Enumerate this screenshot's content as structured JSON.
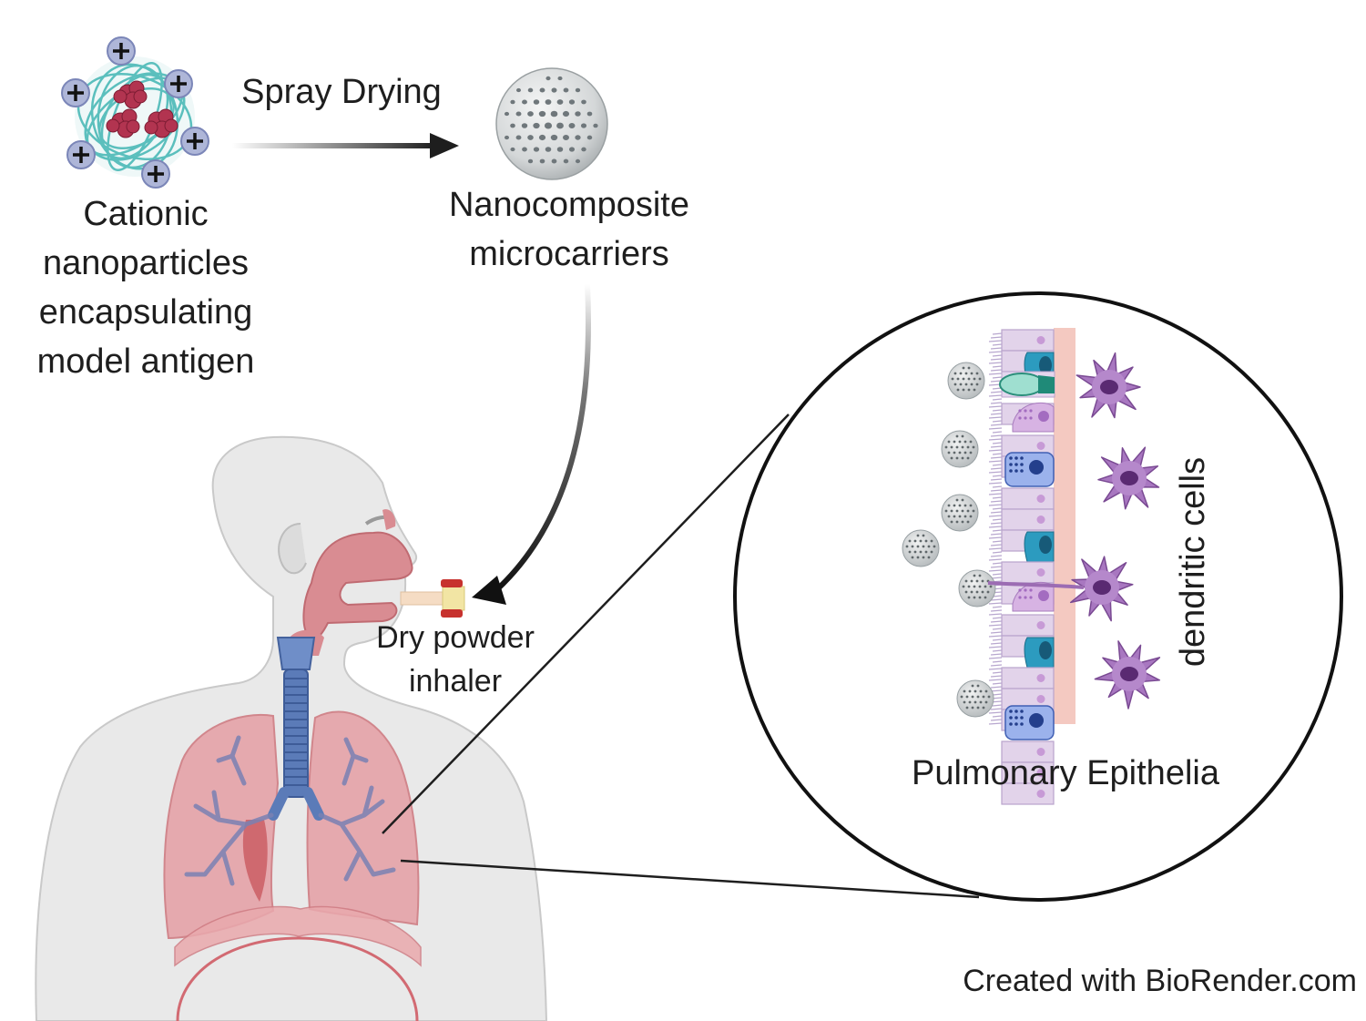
{
  "labels": {
    "cationic": [
      "Cationic",
      "nanoparticles",
      "encapsulating",
      "model antigen"
    ],
    "spray_drying": "Spray Drying",
    "nanocomposite": [
      "Nanocomposite",
      "microcarriers"
    ],
    "inhaler": [
      "Dry powder",
      "inhaler"
    ],
    "pulmonary": "Pulmonary Epithelia",
    "dendritic": "dendritic cells",
    "credit": "Created with BioRender.com"
  },
  "icons": {
    "nanoparticle": "cationic-nanoparticle-icon",
    "microcarrier": "nanocomposite-microcarrier-icon",
    "inhaler": "dry-powder-inhaler-icon",
    "torso": "human-torso-respiratory-icon",
    "dendritic_cell": "dendritic-cell-icon",
    "charge": "plus-charge-icon"
  },
  "colors": {
    "skin": "#e8e8e8",
    "airway": "#d9858c",
    "trachea": "#5b7bb8",
    "lung": "#e7a1a6",
    "polymer": "#6ccac8",
    "antigen": "#b23450",
    "dendritic": "#9c6cb3",
    "epithelium": "#dccbe6",
    "basement": "#f2c4bc",
    "arrow": "#222222"
  }
}
